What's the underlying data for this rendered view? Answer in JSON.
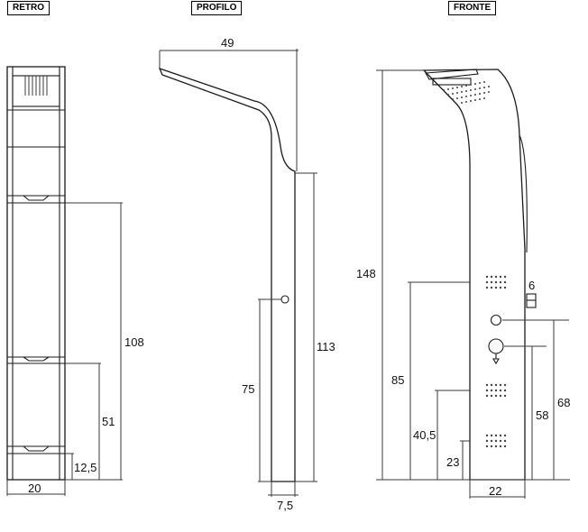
{
  "views": {
    "retro": "RETRO",
    "profilo": "PROFILO",
    "fronte": "FRONTE"
  },
  "retro_dims": {
    "total_height": "108",
    "mid_height": "51",
    "low_height": "12,5",
    "width": "20"
  },
  "profilo_dims": {
    "depth": "49",
    "height": "113",
    "control_height": "75",
    "thickness": "7,5"
  },
  "fronte_dims": {
    "total_height": "148",
    "jets_top": "85",
    "jets_mid": "40,5",
    "jets_low": "23",
    "outlet": "6",
    "mixer": "58",
    "diverter": "68",
    "width": "22"
  }
}
